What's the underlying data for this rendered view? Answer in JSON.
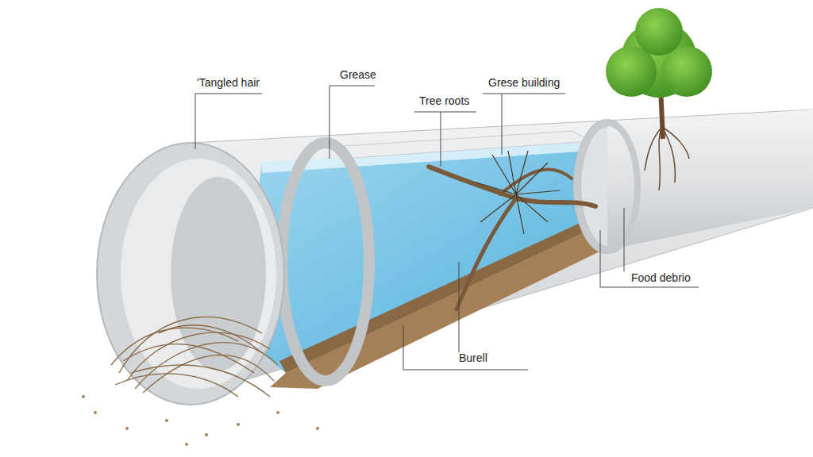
{
  "diagram": {
    "labels": [
      "'Tangled hair",
      "Grease",
      "Tree roots",
      "Grese building",
      "Food debrio",
      "Burell"
    ]
  }
}
